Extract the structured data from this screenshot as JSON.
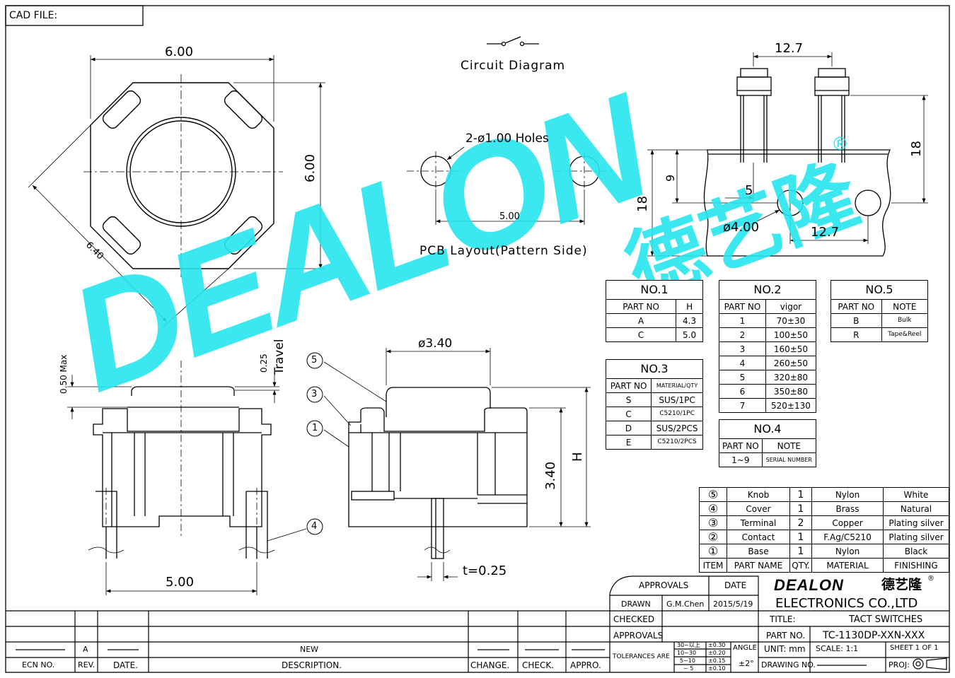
{
  "header": {
    "cad_file": "CAD FILE:"
  },
  "top_view": {
    "width": "6.00",
    "height": "6.00",
    "diagonal": "6.40"
  },
  "circuit": {
    "title": "Circuit Diagram"
  },
  "pcb": {
    "holes_label": "2-ø1.00 Holes",
    "spacing": "5.00",
    "title": "PCB Layout(Pattern Side)"
  },
  "tape": {
    "pitch_top": "12.7",
    "height_18_right": "18",
    "dim_9": "9",
    "dim_18_left": "18",
    "dim_5": "5",
    "hole_dia": "ø4.00",
    "pitch_bottom": "12.7",
    "registered": "®"
  },
  "side_view": {
    "max_label": "0.50 Max",
    "travel_value": "0.25",
    "travel_label": "Travel",
    "pin_spacing": "5.00",
    "callout_4": "④"
  },
  "front_view": {
    "knob_dia": "ø3.40",
    "body_height": "3.40",
    "height_H": "H",
    "thickness": "t=0.25",
    "callout_5": "⑤",
    "callout_3": "③",
    "callout_1": "①"
  },
  "watermark": {
    "brand_latin": "DEALON",
    "brand_cn": "德艺隆",
    "brand_mark": "®"
  },
  "tables": {
    "no1": {
      "title": "NO.1",
      "headers": [
        "PART NO",
        "H"
      ],
      "rows": [
        [
          "A",
          "4.3"
        ],
        [
          "C",
          "5.0"
        ]
      ]
    },
    "no2": {
      "title": "NO.2",
      "headers": [
        "PART NO",
        "vigor"
      ],
      "rows": [
        [
          "1",
          "70±30"
        ],
        [
          "2",
          "100±50"
        ],
        [
          "3",
          "160±50"
        ],
        [
          "4",
          "260±50"
        ],
        [
          "5",
          "320±80"
        ],
        [
          "6",
          "350±80"
        ],
        [
          "7",
          "520±130"
        ]
      ]
    },
    "no3": {
      "title": "NO.3",
      "headers": [
        "PART NO",
        "MATERIAL/QTY"
      ],
      "rows": [
        [
          "S",
          "SUS/1PC"
        ],
        [
          "C",
          "C5210/1PC"
        ],
        [
          "D",
          "SUS/2PCS"
        ],
        [
          "E",
          "C5210/2PCS"
        ]
      ]
    },
    "no4": {
      "title": "NO.4",
      "headers": [
        "PART NO",
        "NOTE"
      ],
      "rows": [
        [
          "1~9",
          "SERIAL NUMBER"
        ]
      ]
    },
    "no5": {
      "title": "NO.5",
      "headers": [
        "PART NO",
        "NOTE"
      ],
      "rows": [
        [
          "B",
          "Bulk"
        ],
        [
          "R",
          "Tape&Reel"
        ]
      ]
    }
  },
  "bom": {
    "rows": [
      {
        "item": "⑤",
        "name": "Knob",
        "qty": "1",
        "material": "Nylon",
        "finishing": "White"
      },
      {
        "item": "④",
        "name": "Cover",
        "qty": "1",
        "material": "Brass",
        "finishing": "Natural"
      },
      {
        "item": "③",
        "name": "Terminal",
        "qty": "2",
        "material": "Copper",
        "finishing": "Plating silver"
      },
      {
        "item": "②",
        "name": "Contact",
        "qty": "1",
        "material": "F.Ag/C5210",
        "finishing": "Plating silver"
      },
      {
        "item": "①",
        "name": "Base",
        "qty": "1",
        "material": "Nylon",
        "finishing": "Black"
      }
    ],
    "header": {
      "item": "ITEM",
      "name": "PART NAME",
      "qty": "QTY.",
      "material": "MATERIAL",
      "finishing": "FINISHING"
    }
  },
  "title_block": {
    "approvals": "APPROVALS",
    "date": "DATE",
    "drawn": "DRAWN",
    "drawn_by": "G.M.Chen",
    "drawn_date": "2015/5/19",
    "checked": "CHECKED",
    "approvals2": "APPROVALS",
    "tolerances": "TOLERANCES ARE",
    "tol_ranges": [
      "30~以上",
      "10~30",
      "5~10",
      "~ 5"
    ],
    "tol_values": [
      "±0.30",
      "±0.20",
      "±0.15",
      "±0.10"
    ],
    "angle": "ANGLE",
    "angle_value": "±2°",
    "company": "ELECTRONICS CO.,LTD",
    "title_label": "TITLE:",
    "title_value": "TACT SWITCHES",
    "part_no_label": "PART NO.",
    "part_no_value": "TC-1130DP-XXN-XXX",
    "unit": "UNIT: mm",
    "scale": "SCALE:  1:1",
    "sheet": "SHEET  1 OF 1",
    "drawing_no": "DRAWING NO.",
    "proj": "PROJ:"
  },
  "revision": {
    "rev_value": "A",
    "desc_value": "NEW",
    "labels": [
      "ECN NO.",
      "REV.",
      "DATE.",
      "DESCRIPTION.",
      "CHANGE.",
      "CHECK.",
      "APPRO."
    ]
  }
}
